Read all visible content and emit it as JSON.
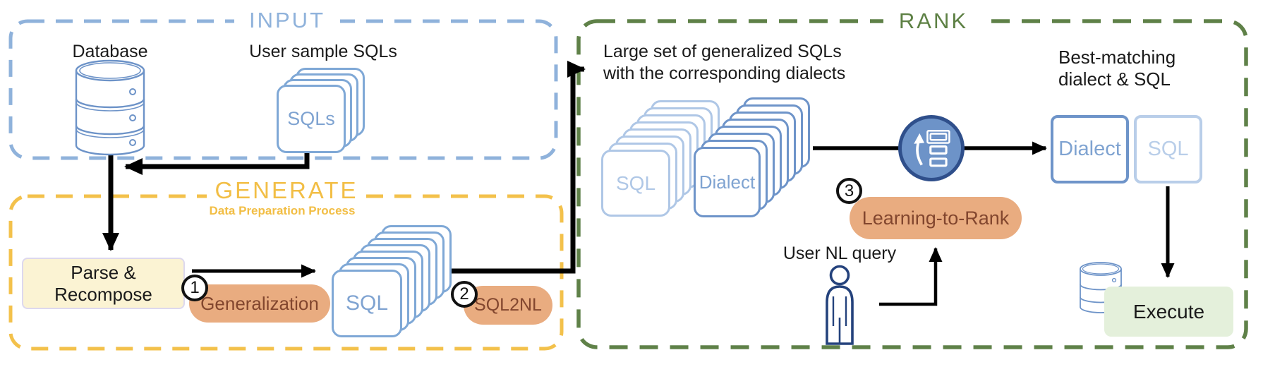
{
  "figure": {
    "input": {
      "title": "INPUT",
      "database_label": "Database",
      "samples_label": "User sample SQLs",
      "samples_card_label": "SQLs"
    },
    "generate": {
      "title": "GENERATE",
      "subtitle": "Data Preparation Process",
      "parse_line1": "Parse &",
      "parse_line2": "Recompose",
      "step1_num": "1",
      "step1_label": "Generalization",
      "sql_stack_label": "SQL",
      "step2_num": "2",
      "step2_label": "SQL2NL"
    },
    "rank": {
      "title": "RANK",
      "caption_line1": "Large set of generalized SQLs",
      "caption_line2": "with the corresponding dialects",
      "sql_stack_label": "SQL",
      "dialect_stack_label": "Dialect",
      "step3_num": "3",
      "step3_label": "Learning-to-Rank",
      "user_label": "User NL query",
      "result_line1": "Best-matching",
      "result_line2": "dialect & SQL",
      "dialect_box_label": "Dialect",
      "sql_box_label": "SQL",
      "execute_label": "Execute"
    }
  },
  "colors": {
    "input_accent": "#8FB2DB",
    "generate_accent": "#F2BE45",
    "rank_accent": "#5D8044",
    "pill_bg": "#E9AC80",
    "pill_text": "#82462E",
    "card_blue": "#7FA8D6",
    "card_light": "#AFC7E6",
    "card_mid": "#6E94C9",
    "rank_circle_fill": "#6D93C8",
    "rank_circle_border": "#2F4F8B",
    "parse_box_bg": "#FBF3D3",
    "execute_box_bg": "#E4F0DB",
    "arrow_color": "#000000"
  }
}
